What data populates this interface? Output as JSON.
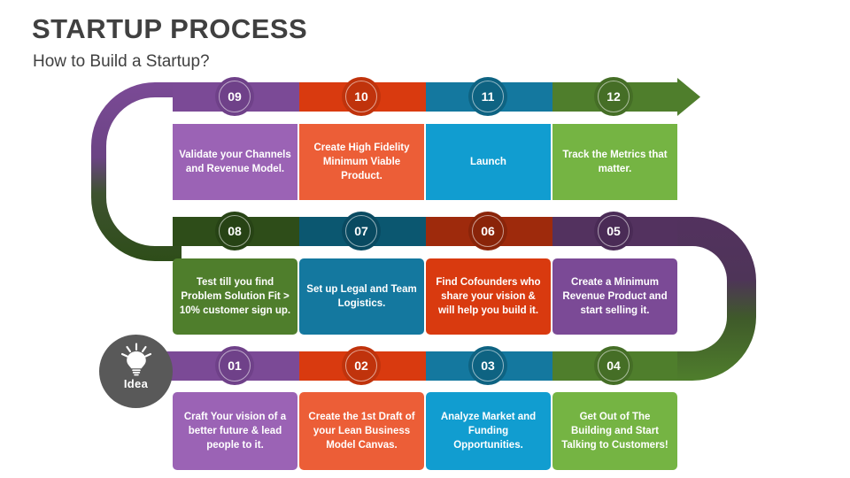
{
  "header": {
    "title": "STARTUP PROCESS",
    "subtitle": "How to Build a Startup?",
    "title_color": "#404040"
  },
  "idea": {
    "label": "Idea",
    "icon": "lightbulb-icon",
    "color": "#595959"
  },
  "arrow": {
    "direction": "right",
    "color": "#4F7E2C"
  },
  "palette": {
    "purple_card": "#9B63B5",
    "purple_band": "#7B4A96",
    "purple_badge": "#6F4189",
    "purple_dark_band": "#53325F",
    "purple_dark_badge": "#4A2B56",
    "orange_card": "#EC5E37",
    "red_band": "#D93A0F",
    "red_badge": "#C0330C",
    "red_dark_band": "#9E2A0C",
    "red_dark_badge": "#8A2409",
    "blue_card": "#119DD0",
    "teal_band": "#14789F",
    "teal_badge": "#0E6382",
    "teal_dark_band": "#0B5770",
    "teal_dark_badge": "#094A61",
    "green_card": "#75B443",
    "green_band": "#4F7E2C",
    "green_badge": "#456E26",
    "green_dark_band": "#2E4D19",
    "green_dark_badge": "#274315"
  },
  "rows": [
    {
      "row_id": "row-top",
      "order": "right-to-left-reversed",
      "steps": [
        {
          "number": "09",
          "text": "Validate your Channels and Revenue Model.",
          "card_color": "#9B63B5",
          "band_color": "#7B4A96",
          "badge_color": "#6F4189"
        },
        {
          "number": "10",
          "text": "Create High Fidelity Minimum Viable Product.",
          "card_color": "#EC5E37",
          "band_color": "#D93A0F",
          "badge_color": "#C0330C"
        },
        {
          "number": "11",
          "text": "Launch",
          "card_color": "#119DD0",
          "band_color": "#14789F",
          "badge_color": "#0E6382"
        },
        {
          "number": "12",
          "text": "Track the Metrics that matter.",
          "card_color": "#75B443",
          "band_color": "#4F7E2C",
          "badge_color": "#456E26"
        }
      ]
    },
    {
      "row_id": "row-middle",
      "steps": [
        {
          "number": "08",
          "text": "Test till you find Problem Solution Fit > 10% customer sign up.",
          "card_color": "#4F7E2C",
          "band_color": "#2E4D19",
          "badge_color": "#274315"
        },
        {
          "number": "07",
          "text": "Set up Legal and Team Logistics.",
          "card_color": "#14789F",
          "band_color": "#0B5770",
          "badge_color": "#094A61"
        },
        {
          "number": "06",
          "text": "Find Cofounders who share your vision & will help you build it.",
          "card_color": "#D93A0F",
          "band_color": "#9E2A0C",
          "badge_color": "#8A2409"
        },
        {
          "number": "05",
          "text": "Create a Minimum Revenue Product and start selling it.",
          "card_color": "#7B4A96",
          "band_color": "#53325F",
          "badge_color": "#4A2B56"
        }
      ]
    },
    {
      "row_id": "row-bottom",
      "steps": [
        {
          "number": "01",
          "text": "Craft Your vision of a better future & lead people to it.",
          "card_color": "#9B63B5",
          "band_color": "#7B4A96",
          "badge_color": "#6F4189"
        },
        {
          "number": "02",
          "text": "Create the 1st Draft of your Lean Business Model Canvas.",
          "card_color": "#EC5E37",
          "band_color": "#D93A0F",
          "badge_color": "#C0330C"
        },
        {
          "number": "03",
          "text": "Analyze Market and Funding Opportunities.",
          "card_color": "#119DD0",
          "band_color": "#14789F",
          "badge_color": "#0E6382"
        },
        {
          "number": "04",
          "text": "Get Out of The Building and Start Talking to Customers!",
          "card_color": "#75B443",
          "band_color": "#4F7E2C",
          "badge_color": "#456E26"
        }
      ]
    }
  ]
}
